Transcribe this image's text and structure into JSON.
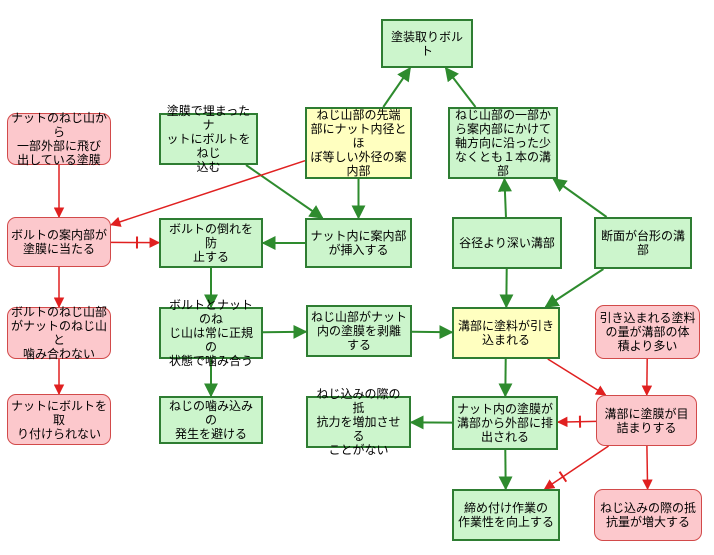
{
  "nodes": {
    "paint_removal_bolt": {
      "label": "塗装取りボルト",
      "style": "green"
    },
    "tip_diameter": {
      "label": "ねじ山部の先端\n部にナット内径とほ\nぼ等しい外径の案\n内部",
      "style": "yellow"
    },
    "axial_groove": {
      "label": "ねじ山部の一部か\nら案内部にかけて\n軸方向に沿った少\nなくとも１本の溝部",
      "style": "green"
    },
    "paint_filled_nut": {
      "label": "塗膜で埋まったナ\nットにボルトをねじ\n込む",
      "style": "green"
    },
    "nut_protruding_paint": {
      "label": "ナットのねじ山から\n一部外部に飛び\n出している塗膜",
      "style": "red"
    },
    "guide_inserted": {
      "label": "ナット内に案内部\nが挿入する",
      "style": "green"
    },
    "deeper_groove": {
      "label": "谷径より深い溝部",
      "style": "green"
    },
    "trapezoid_groove": {
      "label": "断面が台形の溝\n部",
      "style": "green"
    },
    "guide_hits_paint": {
      "label": "ボルトの案内部が\n塗膜に当たる",
      "style": "red"
    },
    "prevent_tilt": {
      "label": "ボルトの倒れを防\n止する",
      "style": "green"
    },
    "threads_misalign": {
      "label": "ボルトのねじ山部\nがナットのねじ山と\n噛み合わない",
      "style": "red"
    },
    "normal_engagement": {
      "label": "ボルトとナットのね\nじ山は常に正規の\n状態で噛み合う",
      "style": "green"
    },
    "peel_paint": {
      "label": "ねじ山部がナット\n内の塗膜を剥離\nする",
      "style": "green"
    },
    "paint_into_groove": {
      "label": "溝部に塗料が引き\n込まれる",
      "style": "yellow"
    },
    "paint_volume_large": {
      "label": "引き込まれる塗料\nの量が溝部の体\n積より多い",
      "style": "red"
    },
    "cannot_attach": {
      "label": "ナットにボルトを取\nり付けられない",
      "style": "red"
    },
    "avoid_bite": {
      "label": "ねじの噛み込みの\n発生を避ける",
      "style": "green"
    },
    "no_resistance": {
      "label": "ねじ込みの際の抵\n抗力を増加させる\nことがない",
      "style": "green"
    },
    "paint_discharged": {
      "label": "ナット内の塗膜が\n溝部から外部に排\n出される",
      "style": "green"
    },
    "groove_clogged": {
      "label": "溝部に塗膜が目\n詰まりする",
      "style": "red"
    },
    "improve_workability": {
      "label": "締め付け作業の\n作業性を向上する",
      "style": "green"
    },
    "resistance_increase": {
      "label": "ねじ込みの際の抵\n抗量が増大する",
      "style": "red"
    }
  },
  "edges": [
    {
      "from": "tip_diameter",
      "to": "paint_removal_bolt",
      "color": "green"
    },
    {
      "from": "axial_groove",
      "to": "paint_removal_bolt",
      "color": "green"
    },
    {
      "from": "paint_filled_nut",
      "to": "guide_inserted",
      "color": "green"
    },
    {
      "from": "tip_diameter",
      "to": "guide_inserted",
      "color": "green"
    },
    {
      "from": "tip_diameter",
      "to": "guide_hits_paint",
      "color": "red"
    },
    {
      "from": "deeper_groove",
      "to": "axial_groove",
      "color": "green"
    },
    {
      "from": "trapezoid_groove",
      "to": "axial_groove",
      "color": "green"
    },
    {
      "from": "nut_protruding_paint",
      "to": "guide_hits_paint",
      "color": "red"
    },
    {
      "from": "guide_inserted",
      "to": "prevent_tilt",
      "color": "green"
    },
    {
      "from": "guide_hits_paint",
      "to": "prevent_tilt",
      "color": "red",
      "inhibit": true
    },
    {
      "from": "guide_hits_paint",
      "to": "threads_misalign",
      "color": "red"
    },
    {
      "from": "threads_misalign",
      "to": "cannot_attach",
      "color": "red"
    },
    {
      "from": "prevent_tilt",
      "to": "normal_engagement",
      "color": "green"
    },
    {
      "from": "normal_engagement",
      "to": "avoid_bite",
      "color": "green"
    },
    {
      "from": "normal_engagement",
      "to": "peel_paint",
      "color": "green"
    },
    {
      "from": "peel_paint",
      "to": "paint_into_groove",
      "color": "green"
    },
    {
      "from": "deeper_groove",
      "to": "paint_into_groove",
      "color": "green"
    },
    {
      "from": "trapezoid_groove",
      "to": "paint_into_groove",
      "color": "green"
    },
    {
      "from": "paint_into_groove",
      "to": "paint_discharged",
      "color": "green"
    },
    {
      "from": "paint_into_groove",
      "to": "groove_clogged",
      "color": "red"
    },
    {
      "from": "paint_volume_large",
      "to": "groove_clogged",
      "color": "red"
    },
    {
      "from": "groove_clogged",
      "to": "paint_discharged",
      "color": "red",
      "inhibit": true
    },
    {
      "from": "groove_clogged",
      "to": "improve_workability",
      "color": "red",
      "inhibit": true
    },
    {
      "from": "groove_clogged",
      "to": "resistance_increase",
      "color": "red"
    },
    {
      "from": "paint_discharged",
      "to": "no_resistance",
      "color": "green"
    },
    {
      "from": "paint_discharged",
      "to": "improve_workability",
      "color": "green"
    }
  ],
  "colors": {
    "green_line": "#2e8b2e",
    "red_line": "#e02020"
  }
}
